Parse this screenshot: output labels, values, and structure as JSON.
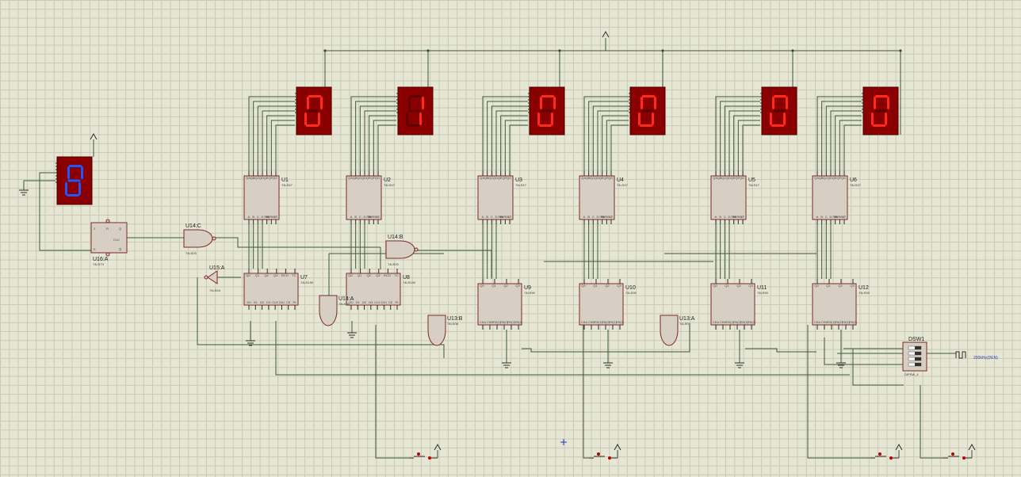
{
  "schematic": {
    "displays": [
      {
        "id": "disp1",
        "digit": "0",
        "color": "red"
      },
      {
        "id": "disp2",
        "digit": "1",
        "color": "red"
      },
      {
        "id": "disp3",
        "digit": "0",
        "color": "red"
      },
      {
        "id": "disp4",
        "digit": "0",
        "color": "red"
      },
      {
        "id": "disp5",
        "digit": "0",
        "color": "red"
      },
      {
        "id": "disp6",
        "digit": "0",
        "color": "red"
      },
      {
        "id": "disp-blue",
        "digit": "8",
        "color": "blue"
      }
    ],
    "decoders": [
      {
        "ref": "U1",
        "part": "74LS47"
      },
      {
        "ref": "U2",
        "part": "74LS47"
      },
      {
        "ref": "U3",
        "part": "74LS47"
      },
      {
        "ref": "U4",
        "part": "74LS47"
      },
      {
        "ref": "U5",
        "part": "74LS47"
      },
      {
        "ref": "U6",
        "part": "74LS47"
      }
    ],
    "counters_190": [
      {
        "ref": "U7",
        "part": "74LS190"
      },
      {
        "ref": "U8",
        "part": "74LS190"
      }
    ],
    "counters_90": [
      {
        "ref": "U9",
        "part": "74LS90"
      },
      {
        "ref": "U10",
        "part": "74LS90"
      },
      {
        "ref": "U11",
        "part": "74LS90"
      },
      {
        "ref": "U12",
        "part": "74LS90"
      }
    ],
    "gates": [
      {
        "ref": "U14:C",
        "part": "74LS00"
      },
      {
        "ref": "U14:B",
        "part": "74LS00"
      },
      {
        "ref": "U14:A",
        "part": "74LS00"
      },
      {
        "ref": "U15:A",
        "part": "74LS04"
      },
      {
        "ref": "U13:B",
        "part": "74LS08"
      },
      {
        "ref": "U13:A",
        "part": "74LS08"
      }
    ],
    "flipflop": {
      "ref": "U16:A",
      "part": "74LS73",
      "clk_label": "CLK"
    },
    "dipswitch": {
      "ref": "DSW1",
      "part": "DIPSW_4"
    },
    "clock_signal": {
      "label": "200kHz(DEN)"
    },
    "pin_labels": {
      "decoder_top": [
        "QA",
        "QB",
        "QC",
        "QD",
        "QE",
        "QF",
        "QG"
      ],
      "decoder_bottom": [
        "A",
        "B",
        "C",
        "D",
        "RBI",
        "BI/RBO",
        "LT"
      ],
      "counter190_top": [
        "Q0",
        "Q1",
        "Q2",
        "Q3",
        "RCO",
        "TC"
      ],
      "counter190_bottom": [
        "D0",
        "D1",
        "D2",
        "D3",
        "CLK",
        "D/U",
        "CE",
        "PL"
      ],
      "counter90_top": [
        "Q0",
        "Q1",
        "Q2",
        "Q3"
      ],
      "counter90_bottom": [
        "CKA",
        "CKB",
        "R0(1)",
        "R0(2)",
        "R9(1)",
        "R9(2)"
      ],
      "ff_pins": [
        "J",
        "K",
        "Q",
        "Q̅",
        "R",
        "CLK"
      ]
    },
    "colors": {
      "grid": "#c9c9b4",
      "canvas": "#e6e6d4",
      "segment_on": "#ff2a1a",
      "segment_off": "#5c0000",
      "blue_display": "#1e56ff",
      "wire": "#3b5a3b"
    }
  }
}
